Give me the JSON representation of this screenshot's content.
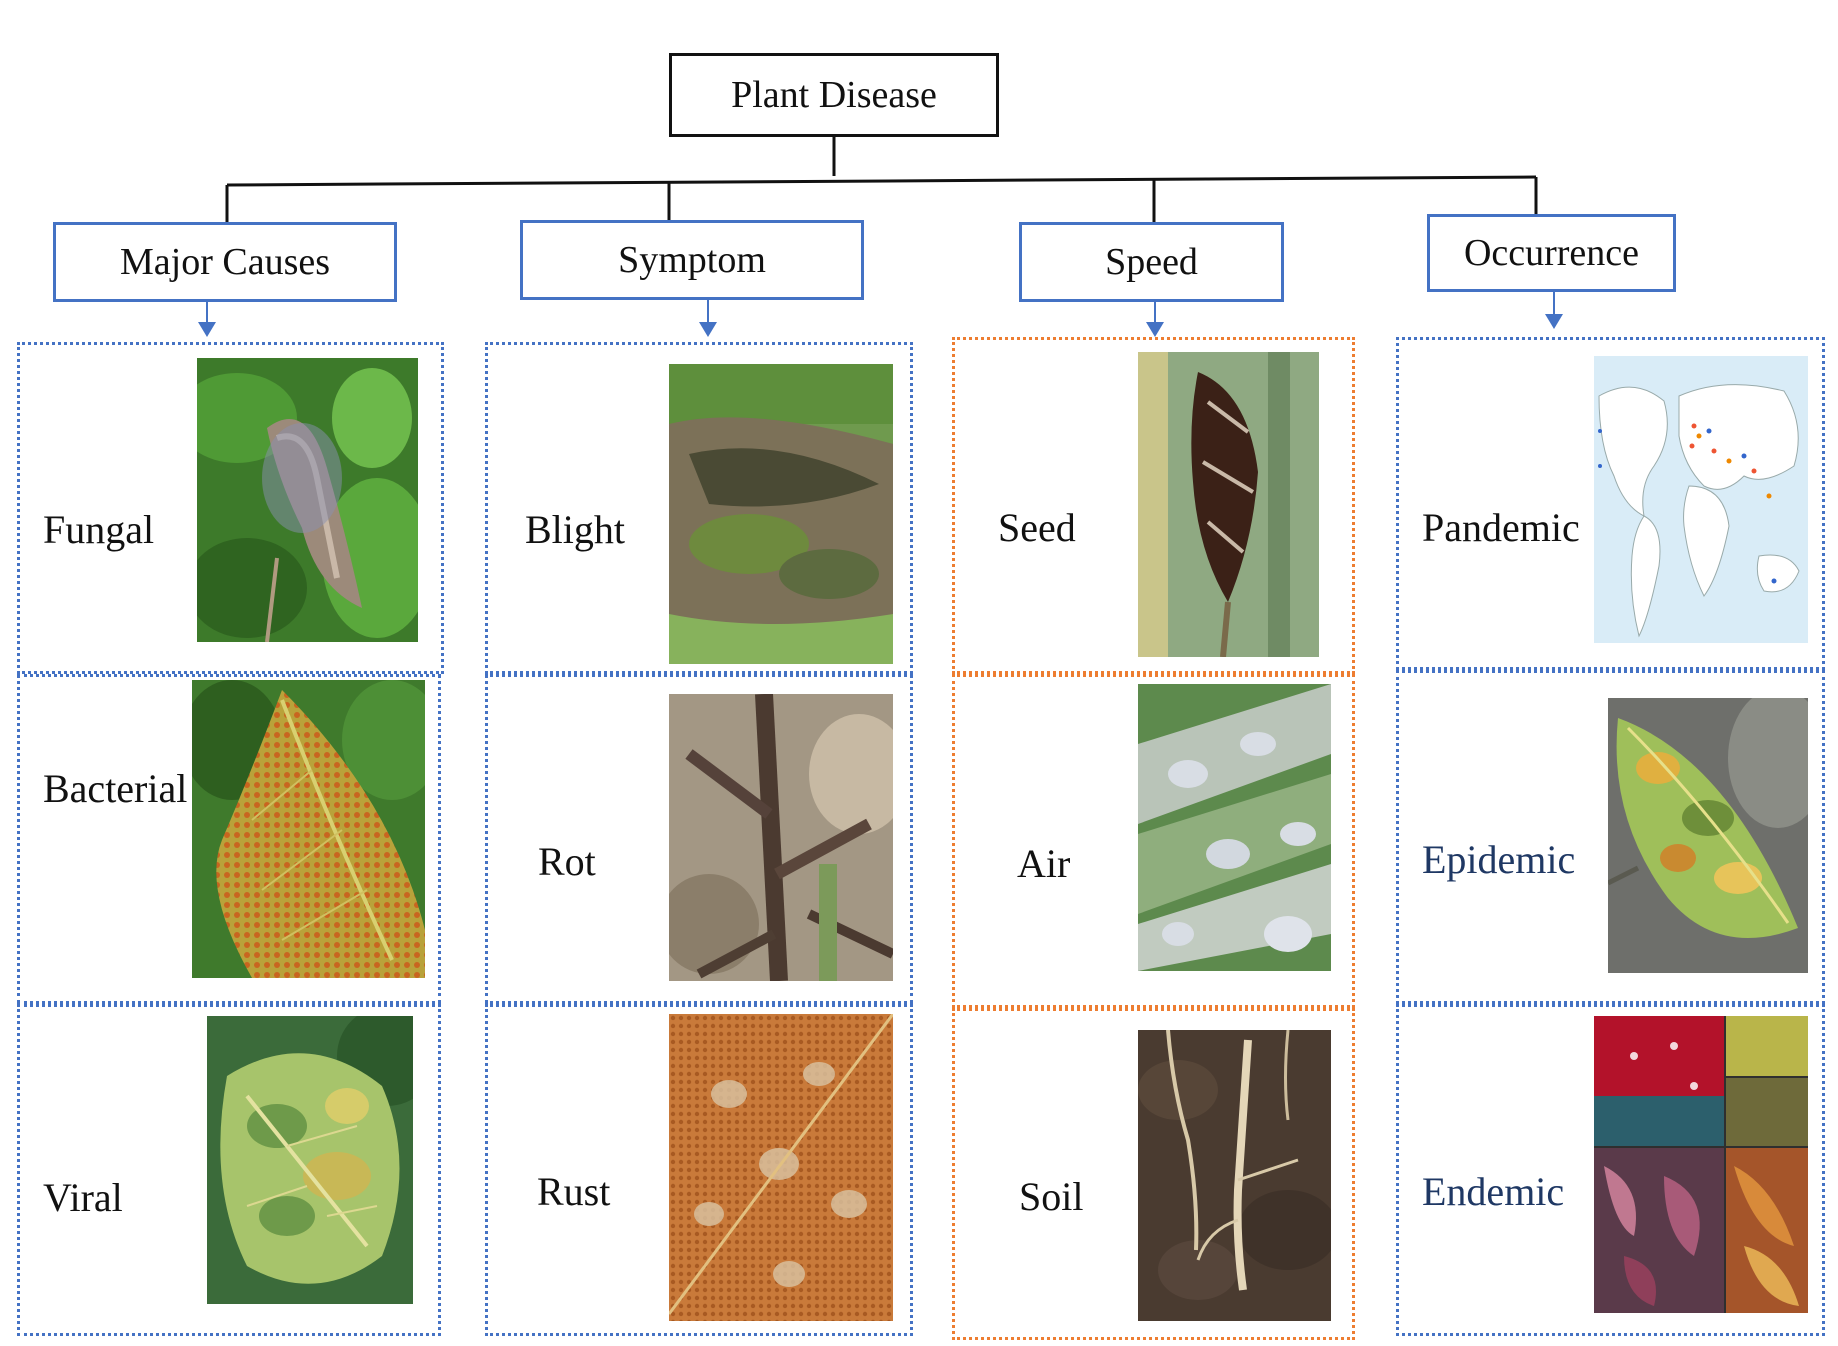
{
  "root": {
    "label": "Plant Disease"
  },
  "categories": [
    {
      "label": "Major Causes",
      "items": [
        {
          "label": "Fungal",
          "image": "fungal-mold-leaf-photo"
        },
        {
          "label": "Bacterial",
          "image": "bacterial-spot-leaf-photo"
        },
        {
          "label": "Viral",
          "image": "viral-mosaic-leaf-photo"
        }
      ]
    },
    {
      "label": "Symptom",
      "items": [
        {
          "label": "Blight",
          "image": "blight-leaf-photo"
        },
        {
          "label": "Rot",
          "image": "rot-stem-photo"
        },
        {
          "label": "Rust",
          "image": "rust-leaf-photo"
        }
      ]
    },
    {
      "label": "Speed",
      "items": [
        {
          "label": "Seed",
          "image": "seed-smut-photo"
        },
        {
          "label": "Air",
          "image": "airborne-mildew-photo"
        },
        {
          "label": "Soil",
          "image": "soil-roots-photo"
        }
      ]
    },
    {
      "label": "Occurrence",
      "items": [
        {
          "label": "Pandemic",
          "image": "world-map-image"
        },
        {
          "label": "Epidemic",
          "image": "epidemic-leaf-photo"
        },
        {
          "label": "Endemic",
          "image": "endemic-collage-photo"
        }
      ]
    }
  ],
  "colors": {
    "category_border": "#4472c4",
    "speed_border": "#ed7d31",
    "connector": "#111111",
    "navy_text": "#1f3864"
  }
}
